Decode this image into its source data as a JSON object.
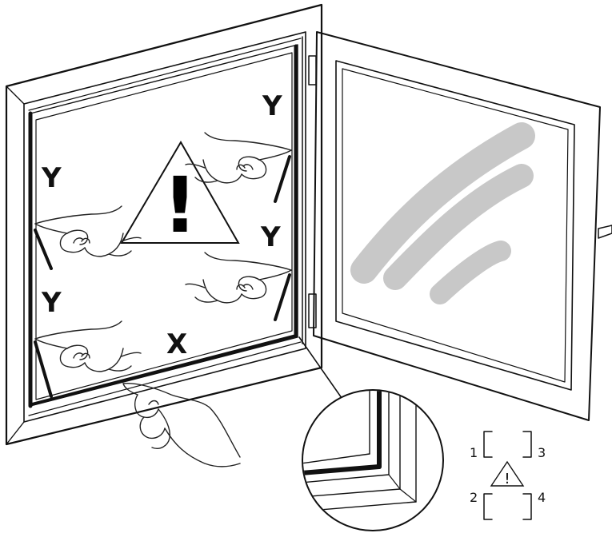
{
  "labels": {
    "y_top_right": "Y",
    "y_left_upper": "Y",
    "y_right_middle": "Y",
    "y_left_lower": "Y",
    "x_bottom": "X"
  },
  "warning": {
    "symbol": "!"
  },
  "legend": {
    "n1": "1",
    "n2": "2",
    "n3": "3",
    "n4": "4",
    "symbol": "!"
  },
  "colors": {
    "line": "#111111",
    "smudge": "#c8c8c8",
    "background": "#ffffff"
  },
  "icons": [
    "warning-triangle-icon",
    "pointing-hand-icon",
    "magnifier-circle-icon",
    "smudge-mark-icon"
  ]
}
